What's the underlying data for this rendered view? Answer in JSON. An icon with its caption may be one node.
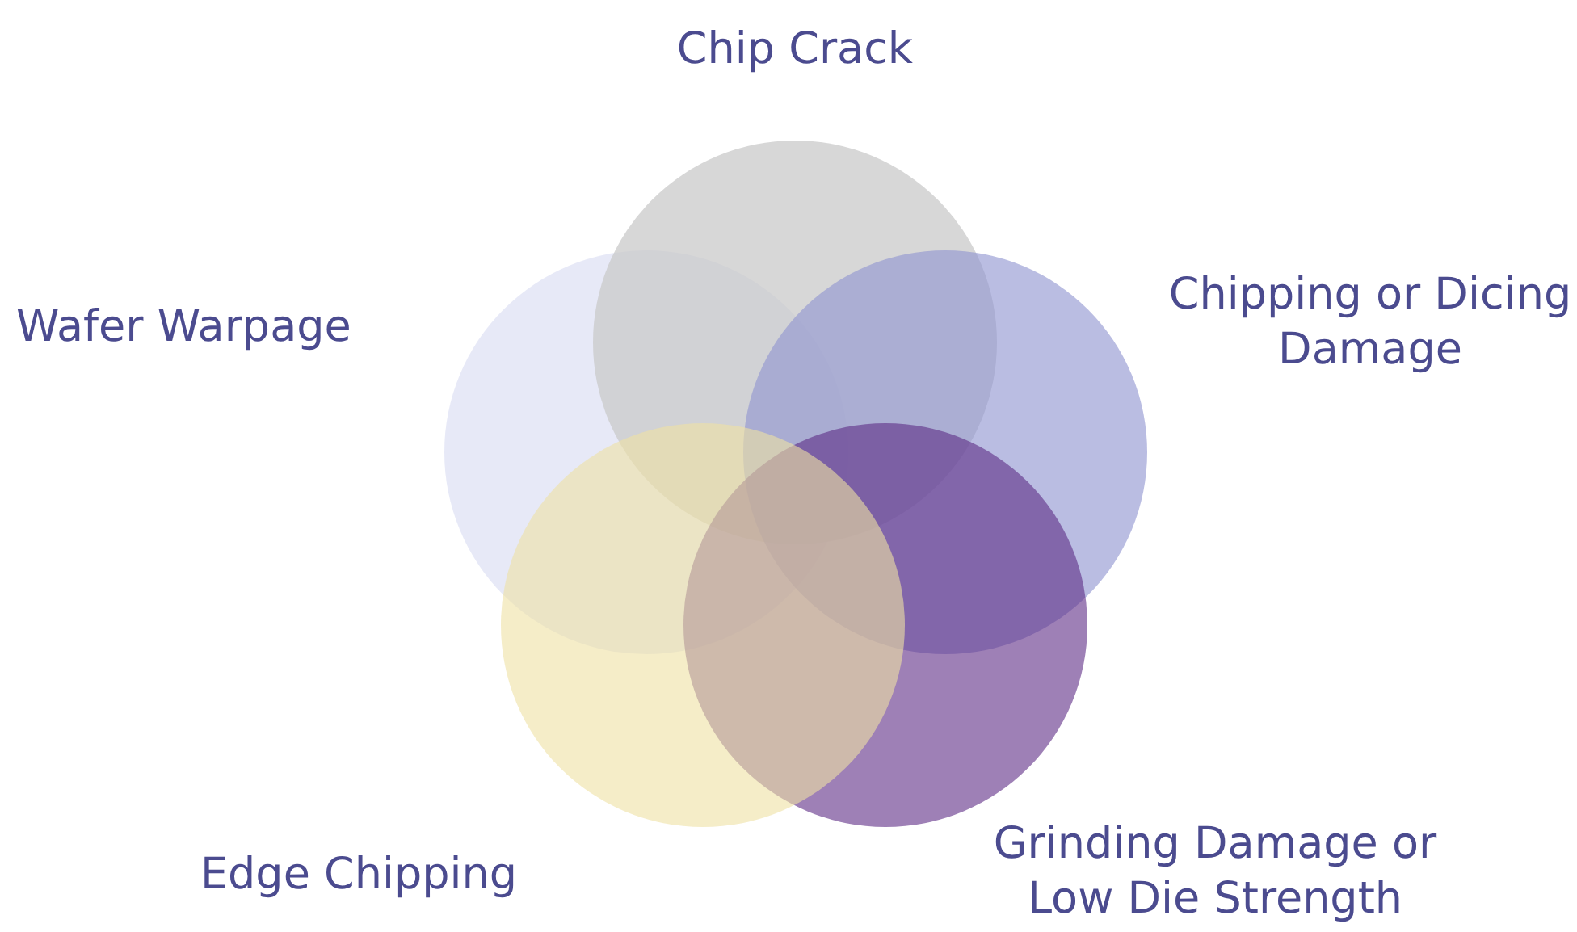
{
  "diagram": {
    "nodes": [
      {
        "text": [
          "Chip Crack"
        ]
      },
      {
        "text": [
          "Chipping or Dicing Damage"
        ]
      },
      {
        "text": [
          "Wafer Warpage"
        ]
      },
      {
        "text": [
          "Grinding Damage or Low Die Strength"
        ]
      },
      {
        "text": [
          "Edge Chipping"
        ]
      }
    ]
  }
}
